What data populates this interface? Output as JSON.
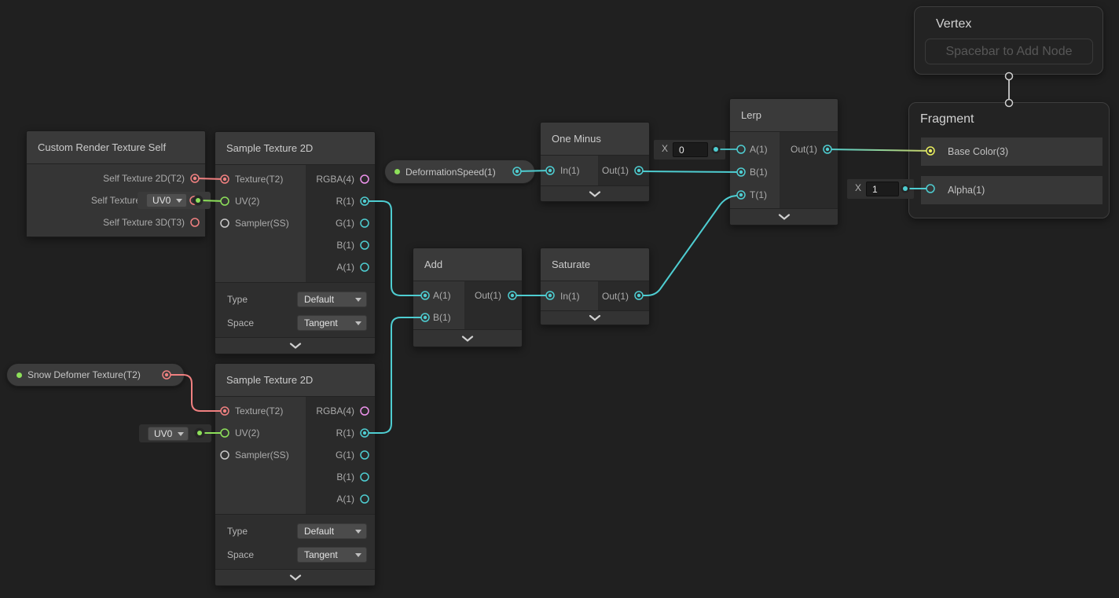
{
  "canvas": {
    "background": "#202020"
  },
  "colors": {
    "edge_cyan": "#4ecdd1",
    "edge_red": "#f08080",
    "edge_green": "#8de05a",
    "port_yellow": "#e9ee5e",
    "port_pink": "#ee93ec",
    "port_gray": "#c9c9c9",
    "gradient_end": "#cdd464"
  },
  "pills": {
    "deformation_speed": {
      "label": "DeformationSpeed(1)"
    },
    "snow_deformer": {
      "label": "Snow Defomer Texture(T2)"
    }
  },
  "nodes": {
    "custom_render_texture": {
      "title": "Custom Render Texture Self",
      "outputs": [
        "Self Texture 2D(T2)",
        "Self Texture Cube(TC)",
        "Self Texture 3D(T3)"
      ]
    },
    "sample1": {
      "title": "Sample Texture 2D",
      "inputs": [
        "Texture(T2)",
        "UV(2)",
        "Sampler(SS)"
      ],
      "outputs": [
        "RGBA(4)",
        "R(1)",
        "G(1)",
        "B(1)",
        "A(1)"
      ],
      "type_label": "Type",
      "type_value": "Default",
      "space_label": "Space",
      "space_value": "Tangent"
    },
    "sample2": {
      "title": "Sample Texture 2D",
      "inputs": [
        "Texture(T2)",
        "UV(2)",
        "Sampler(SS)"
      ],
      "outputs": [
        "RGBA(4)",
        "R(1)",
        "G(1)",
        "B(1)",
        "A(1)"
      ],
      "type_label": "Type",
      "type_value": "Default",
      "space_label": "Space",
      "space_value": "Tangent"
    },
    "one_minus": {
      "title": "One Minus",
      "input": "In(1)",
      "output": "Out(1)"
    },
    "add": {
      "title": "Add",
      "input_a": "A(1)",
      "input_b": "B(1)",
      "output": "Out(1)"
    },
    "saturate": {
      "title": "Saturate",
      "input": "In(1)",
      "output": "Out(1)"
    },
    "lerp": {
      "title": "Lerp",
      "input_a": "A(1)",
      "input_b": "B(1)",
      "input_t": "T(1)",
      "output": "Out(1)"
    },
    "vertex": {
      "title": "Vertex",
      "placeholder": "Spacebar to Add Node"
    },
    "fragment": {
      "title": "Fragment",
      "inputs": [
        "Base Color(3)",
        "Alpha(1)"
      ]
    }
  },
  "widgets": {
    "uv_selector_1": {
      "value": "UV0"
    },
    "uv_selector_2": {
      "value": "UV0"
    },
    "x_lerp_a": {
      "label": "X",
      "value": "0"
    },
    "x_alpha": {
      "label": "X",
      "value": "1"
    }
  }
}
